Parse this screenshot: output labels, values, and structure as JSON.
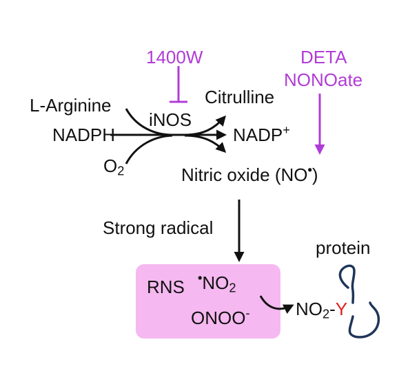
{
  "inhibitor": {
    "label": "1400W"
  },
  "donor": {
    "line1": "DETA",
    "line2": "NONOate"
  },
  "substrates": {
    "arginine": "L-Arginine",
    "nadph": "NADPH",
    "o2_main": "O",
    "o2_sub": "2"
  },
  "enzyme": {
    "label": "iNOS"
  },
  "products": {
    "citrulline": "Citrulline",
    "nadp_main": "NADP",
    "nadp_sup": "+",
    "nitric_oxide": "Nitric oxide (NO",
    "nitric_oxide_dot": "•",
    "nitric_oxide_close": ")"
  },
  "radical_step": {
    "label": "Strong radical"
  },
  "rns": {
    "label": "RNS",
    "no2_dot": "•",
    "no2_main": "NO",
    "no2_sub": "2",
    "onoo_main": "ONOO",
    "onoo_sup": "-"
  },
  "protein": {
    "label": "protein",
    "nitro_main": "NO",
    "nitro_sub": "2",
    "nitro_dash": "-",
    "residue": "Y"
  },
  "colors": {
    "purple": "#b03cd6",
    "black": "#111111",
    "rns_box": "#f5b8f0",
    "tyrosine": "#e02020",
    "protein_chain": "#1f3558"
  }
}
